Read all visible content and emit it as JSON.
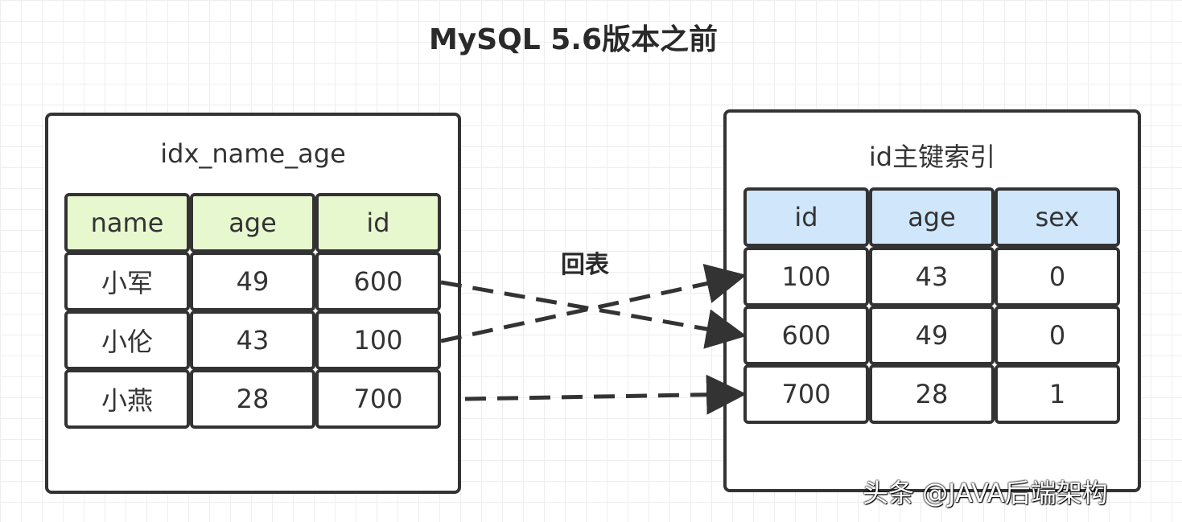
{
  "title": "MySQL 5.6版本之前",
  "left_table": {
    "title": "idx_name_age",
    "header_color": "#e7f8cf",
    "columns": [
      "name",
      "age",
      "id"
    ],
    "rows": [
      [
        "小军",
        "49",
        "600"
      ],
      [
        "小伦",
        "43",
        "100"
      ],
      [
        "小燕",
        "28",
        "700"
      ]
    ]
  },
  "right_table": {
    "title": "id主键索引",
    "header_color": "#cfe6fb",
    "columns": [
      "id",
      "age",
      "sex"
    ],
    "rows": [
      [
        "100",
        "43",
        "0"
      ],
      [
        "600",
        "49",
        "0"
      ],
      [
        "700",
        "28",
        "1"
      ]
    ]
  },
  "lookup_label": "回表",
  "watermark": "头条 @JAVA后端架构",
  "edges": [
    {
      "from_row": 0,
      "to_row": 1,
      "style": "dashed"
    },
    {
      "from_row": 1,
      "to_row": 0,
      "style": "dashed"
    },
    {
      "from_row": 2,
      "to_row": 2,
      "style": "dashed"
    }
  ]
}
